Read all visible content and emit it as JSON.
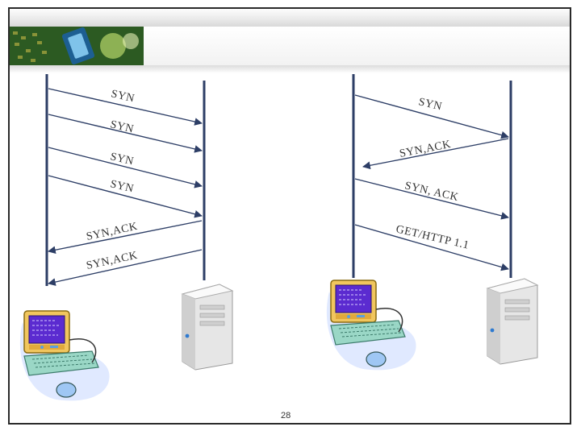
{
  "page_number": "28",
  "left_diagram": {
    "messages": [
      {
        "label": "SYN",
        "direction": "to-server"
      },
      {
        "label": "SYN",
        "direction": "to-server"
      },
      {
        "label": "SYN",
        "direction": "to-server"
      },
      {
        "label": "SYN",
        "direction": "to-server"
      },
      {
        "label": "SYN,ACK",
        "direction": "to-client"
      },
      {
        "label": "SYN,ACK",
        "direction": "to-client"
      }
    ]
  },
  "right_diagram": {
    "messages": [
      {
        "label": "SYN",
        "direction": "to-server"
      },
      {
        "label": "SYN,ACK",
        "direction": "to-client"
      },
      {
        "label": "SYN, ACK",
        "direction": "to-server"
      },
      {
        "label": "GET/HTTP 1.1",
        "direction": "to-server"
      }
    ]
  },
  "colors": {
    "arrow": "#2d3e66",
    "monitor_screen": "#5b2bd0",
    "monitor_body": "#f1c65e",
    "keyboard": "#9ad7c6",
    "server_body": "#e6e6e6"
  }
}
